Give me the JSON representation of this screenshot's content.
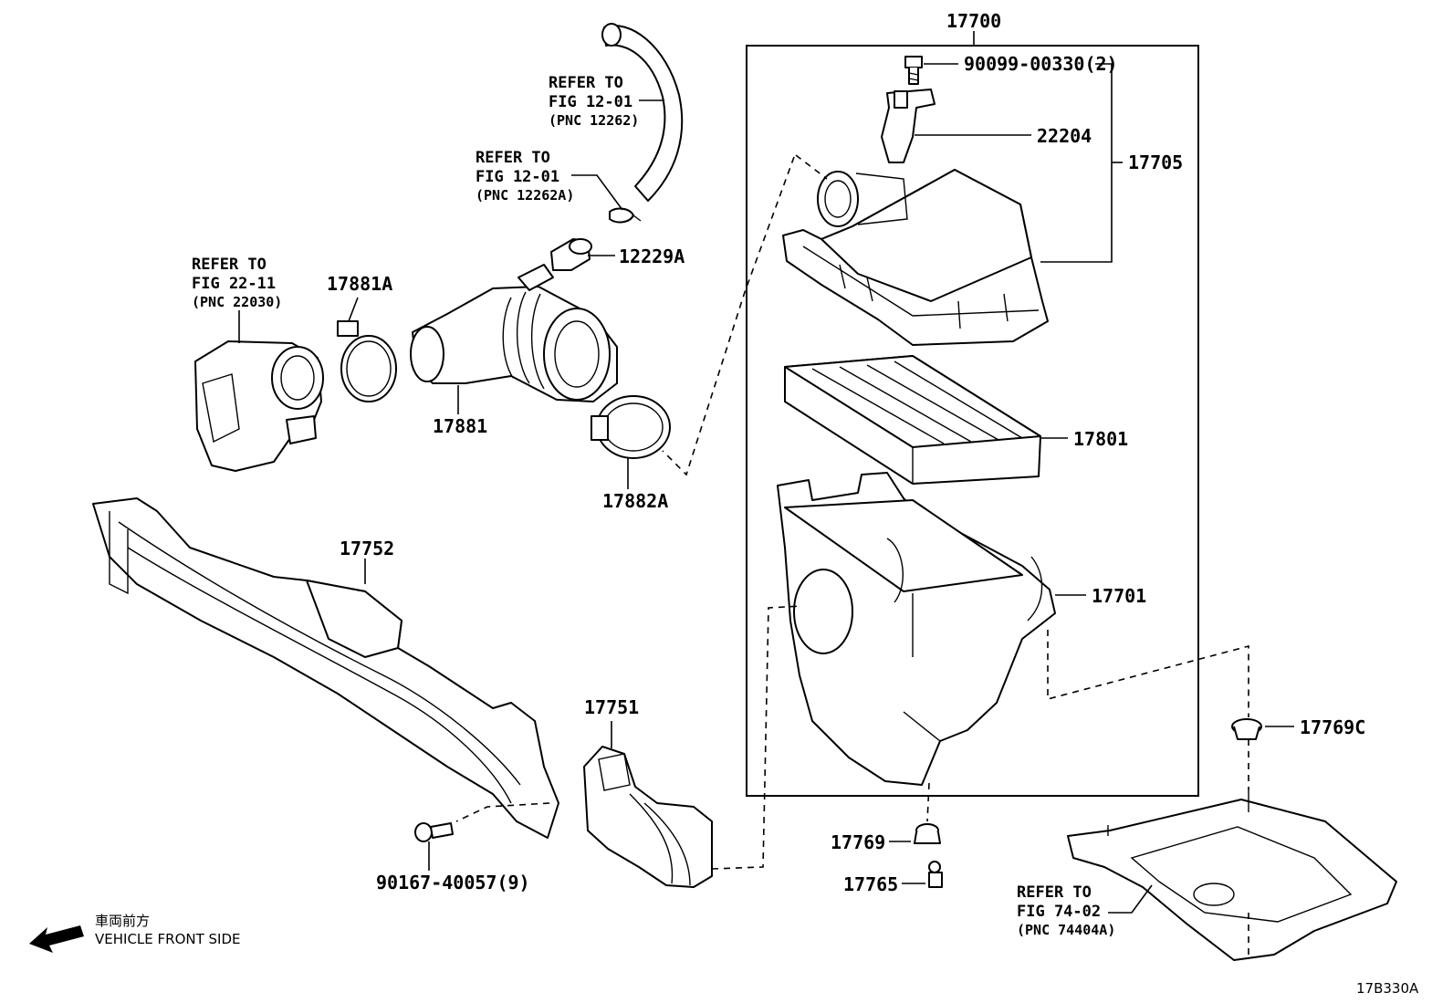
{
  "labels": {
    "assembly": "17700",
    "bolt_top": "90099-00330(2)",
    "sensor": "22204",
    "cap_sub": "17705",
    "filter": "17801",
    "case": "17701",
    "grommet_c": "17769C",
    "grommet": "17769",
    "pin": "17765",
    "joint": "12229A",
    "clamp_a": "17881A",
    "hose": "17881",
    "clamp_b": "17882A",
    "duct": "17752",
    "inlet": "17751",
    "bolt_bottom": "90167-40057(9)",
    "drawing_id": "17B330A"
  },
  "refs": {
    "hose_upper": {
      "l1": "REFER TO",
      "l2": "FIG 12-01",
      "l3": "(PNC 12262)"
    },
    "hose_clip": {
      "l1": "REFER TO",
      "l2": "FIG 12-01",
      "l3": "(PNC 12262A)"
    },
    "throttle": {
      "l1": "REFER TO",
      "l2": "FIG 22-11",
      "l3": "(PNC 22030)"
    },
    "under_cover": {
      "l1": "REFER TO",
      "l2": "FIG 74-02",
      "l3": "(PNC 74404A)"
    }
  },
  "direction": {
    "jp": "車両前方",
    "en": "VEHICLE FRONT SIDE"
  }
}
